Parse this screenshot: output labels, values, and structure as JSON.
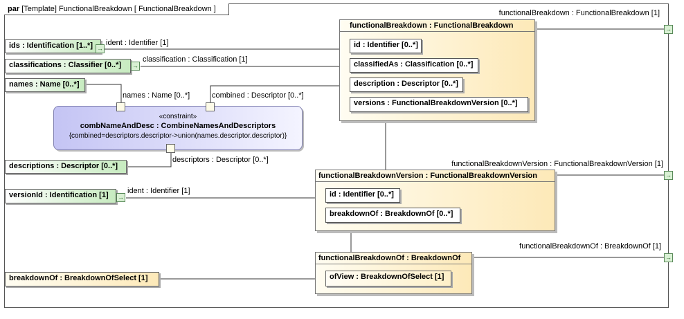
{
  "frame": {
    "keyword": "par",
    "title": "[Template] FunctionalBreakdown [ FunctionalBreakdown ]"
  },
  "port_icon": "arrow-right-icon",
  "colors": {
    "green_part": "#c7ebc0",
    "yellow_part": "#fde9b8",
    "constraint": "#c4c4f4"
  },
  "parts": {
    "ids": "ids : Identification [1..*]",
    "classifications": "classifications : Classifier [0..*]",
    "names": "names : Name [0..*]",
    "descriptions": "descriptions : Descriptor [0..*]",
    "versionId": "versionId : Identification [1]",
    "breakdownOf": "breakdownOf : BreakdownOfSelect [1]"
  },
  "constraint": {
    "stereotype": "«constraint»",
    "name": "combNameAndDesc : CombineNamesAndDescriptors",
    "expression": "{combined=descriptors.descriptor->union(names.descriptor.descriptor)}"
  },
  "blocks": {
    "fb": {
      "title": "functionalBreakdown : FunctionalBreakdown",
      "items": [
        "id : Identifier [0..*]",
        "classifiedAs : Classification [0..*]",
        "description : Descriptor [0..*]",
        "versions : FunctionalBreakdownVersion [0..*]"
      ]
    },
    "fbv": {
      "title": "functionalBreakdownVersion : FunctionalBreakdownVersion",
      "items": [
        "id : Identifier [0..*]",
        "breakdownOf : BreakdownOf [0..*]"
      ]
    },
    "fbo": {
      "title": "functionalBreakdownOf : BreakdownOf",
      "items": [
        "ofView : BreakdownOfSelect [1]"
      ]
    }
  },
  "connector_labels": {
    "ident1": "ident : Identifier [1]",
    "classification": "classification : Classification [1]",
    "names": "names : Name [0..*]",
    "combined": "combined : Descriptor [0..*]",
    "descriptors": "descriptors : Descriptor [0..*]",
    "ident2": "ident : Identifier [1]"
  },
  "boundary_labels": {
    "fb": "functionalBreakdown : FunctionalBreakdown [1]",
    "fbv": "functionalBreakdownVersion : FunctionalBreakdownVersion [1]",
    "fbo": "functionalBreakdownOf : BreakdownOf [1]"
  }
}
